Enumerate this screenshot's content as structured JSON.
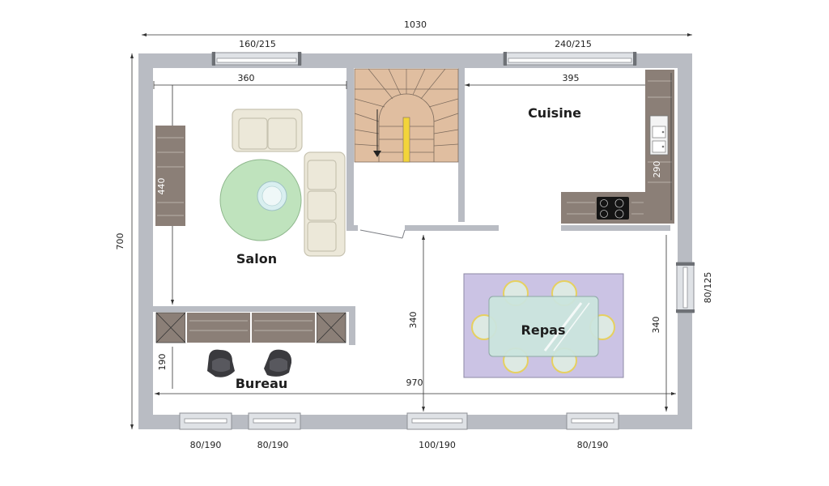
{
  "plan": {
    "overall_width": "1030",
    "overall_depth": "700",
    "rooms": {
      "salon": "Salon",
      "cuisine": "Cuisine",
      "repas": "Repas",
      "bureau": "Bureau"
    },
    "top_windows": {
      "left": "160/215",
      "right": "240/215"
    },
    "right_window": "80/125",
    "bottom_windows": [
      "80/190",
      "80/190",
      "100/190",
      "80/190"
    ],
    "dims": {
      "salon_width": "360",
      "cuisine_width": "395",
      "salon_depth": "440",
      "kitchen_counter": "290",
      "repas_left_depth": "340",
      "repas_right_depth": "340",
      "bureau_depth": "190",
      "interior_width": "970"
    }
  }
}
